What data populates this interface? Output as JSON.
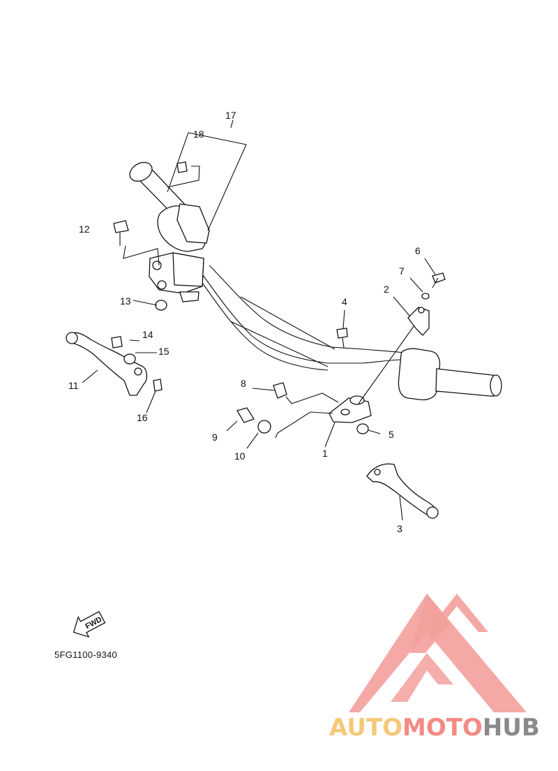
{
  "diagram_code": "5FG1100-9340",
  "fwd_label": "FWD",
  "callouts": [
    "1",
    "2",
    "3",
    "4",
    "5",
    "6",
    "7",
    "8",
    "9",
    "10",
    "11",
    "12",
    "13",
    "14",
    "15",
    "16",
    "17",
    "18"
  ],
  "watermark": {
    "parts": [
      "AUTO",
      "MOTO",
      "HUB"
    ],
    "colors": {
      "auto": "#f6c87a",
      "moto": "#f48a85",
      "hub": "#8a8a8a",
      "logo": "#f3a09c"
    }
  },
  "icons": [
    "fwd-arrow-icon",
    "watermark-logo-icon"
  ]
}
